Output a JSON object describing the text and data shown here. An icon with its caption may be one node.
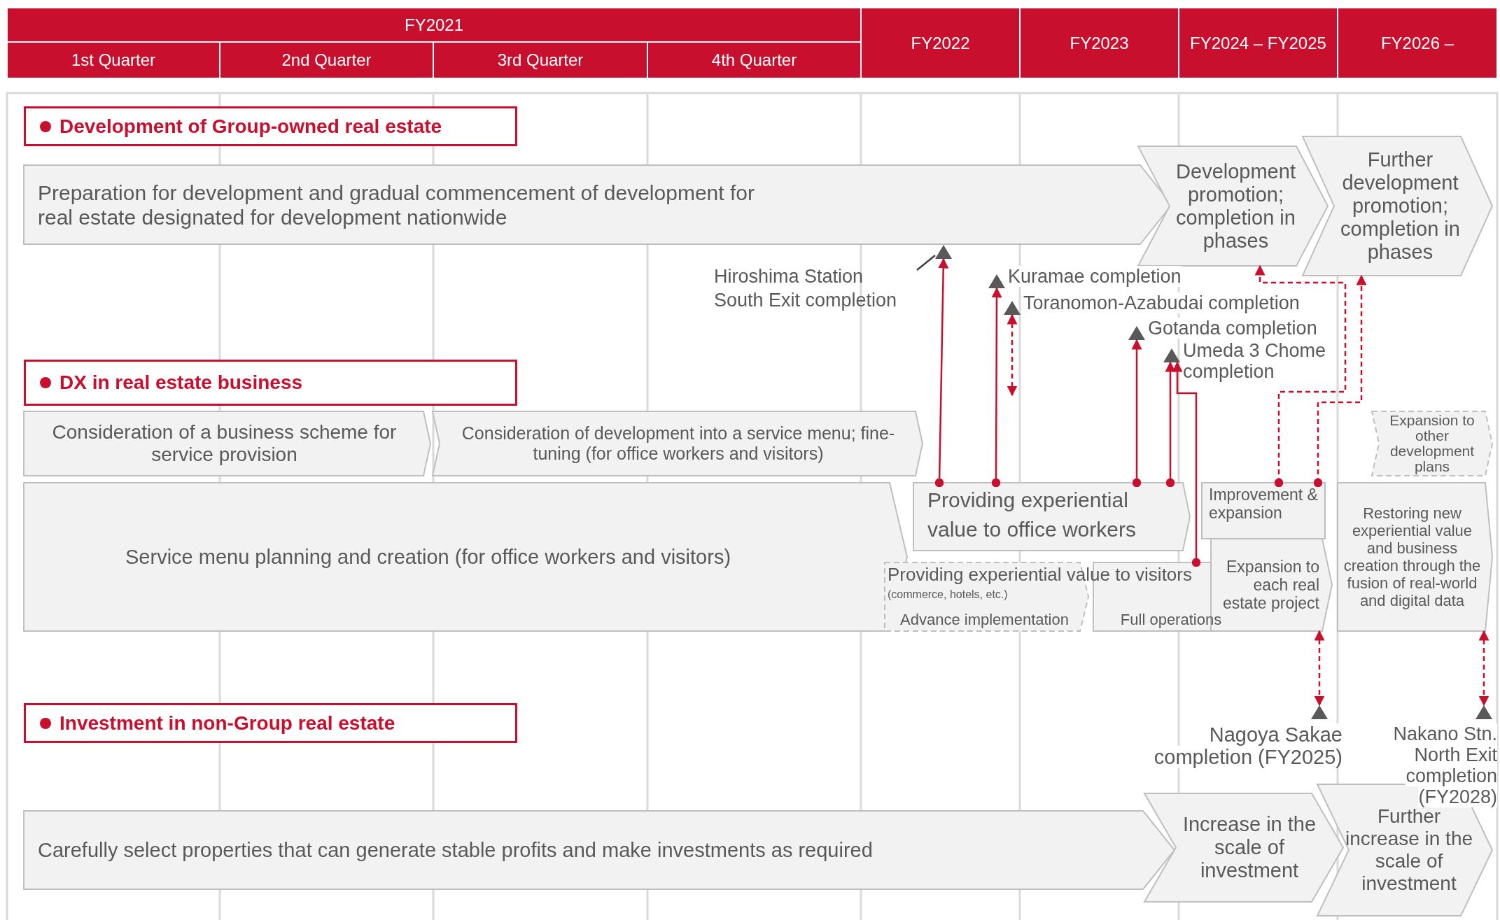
{
  "diagram": {
    "nodes": [
      {
        "text": [
          "FY2021"
        ]
      },
      {
        "text": [
          "1st Quarter"
        ]
      },
      {
        "text": [
          "2nd Quarter"
        ]
      },
      {
        "text": [
          "3rd Quarter"
        ]
      },
      {
        "text": [
          "4th Quarter"
        ]
      },
      {
        "text": [
          "FY2022"
        ]
      },
      {
        "text": [
          "FY2023"
        ]
      },
      {
        "text": [
          "FY2024 – FY2025"
        ]
      },
      {
        "text": [
          "FY2026 –"
        ]
      },
      {
        "text": [
          "Development of Group-owned real estate"
        ]
      },
      {
        "text": [
          "Preparation for development and gradual commencement of development for real estate designated for development nationwide"
        ]
      },
      {
        "text": [
          "Development promotion; completion in phases"
        ]
      },
      {
        "text": [
          "Further development promotion; completion in phases"
        ]
      },
      {
        "text": [],
        "shape": "triangle"
      },
      {
        "text": [
          "Hiroshima Station South Exit completion"
        ]
      },
      {
        "text": [],
        "shape": "triangle",
        "beside": [
          "Kuramae completion"
        ]
      },
      {
        "text": [],
        "shape": "triangle",
        "beside": [
          "Toranomon-Azabudai completion"
        ]
      },
      {
        "text": [],
        "shape": "triangle",
        "beside": [
          "Gotanda completion"
        ]
      },
      {
        "text": [],
        "shape": "triangle",
        "beside": [
          "Umeda 3 Chome completion"
        ]
      },
      {
        "text": [
          "DX in real estate business"
        ]
      },
      {
        "text": [
          "Consideration of a business scheme for service provision"
        ]
      },
      {
        "text": [
          "Consideration of development into a service menu; fine-tuning (for office workers and visitors)"
        ]
      },
      {
        "text": [
          "Expansion to other development plans"
        ]
      },
      {
        "text": [
          "Service menu planning and creation (for office workers and visitors)"
        ]
      },
      {
        "text": [
          "Providing experiential value to office workers"
        ]
      },
      {
        "text": [
          "Advance implementation"
        ]
      },
      {
        "text": [
          "Full operations"
        ]
      },
      {
        "text": [
          "Improvement & expansion"
        ]
      },
      {
        "text": [
          "Expansion to each real estate project"
        ]
      },
      {
        "text": [
          "Restoring new experiential value and business creation through the fusion of real-world and digital data"
        ]
      },
      {
        "text": [
          "Investment in non-Group real estate"
        ]
      },
      {
        "text": [],
        "shape": "triangle",
        "beside": [
          "Nagoya Sakae completion (FY2025)"
        ]
      },
      {
        "text": [],
        "shape": "triangle",
        "beside": [
          "Nakano Stn. North Exit completion (FY2028)"
        ]
      },
      {
        "text": [
          "Carefully select properties that can generate stable profits and make investments as required"
        ]
      },
      {
        "text": [
          "Increase in the scale of investment"
        ]
      },
      {
        "text": [
          "Further increase in the scale of investment"
        ]
      }
    ],
    "edges": [
      {
        "from": 14,
        "to": 13,
        "arrow": "none",
        "color": "#404040"
      },
      {
        "from": 24,
        "to": 13,
        "arrow": "to"
      },
      {
        "from": 24,
        "to": 15,
        "arrow": "to"
      },
      {
        "from": 24,
        "to": 17,
        "arrow": "to"
      },
      {
        "from": 24,
        "to": 18,
        "arrow": "to"
      },
      {
        "from": 26,
        "to": 18,
        "arrow": "to"
      },
      {
        "from": 16,
        "to": null,
        "arrow": "both",
        "style": "dashed"
      },
      {
        "from": 27,
        "to": 11,
        "arrow": "to",
        "style": "dashed"
      },
      {
        "from": 27,
        "to": 12,
        "arrow": "to",
        "style": "dashed"
      },
      {
        "from": 28,
        "to": 31,
        "arrow": "both",
        "style": "dashed"
      },
      {
        "from": 29,
        "to": 32,
        "arrow": "both",
        "style": "dashed"
      }
    ],
    "labels": [
      "Providing experiential value to visitors",
      "(commerce, hotels, etc.)"
    ]
  }
}
